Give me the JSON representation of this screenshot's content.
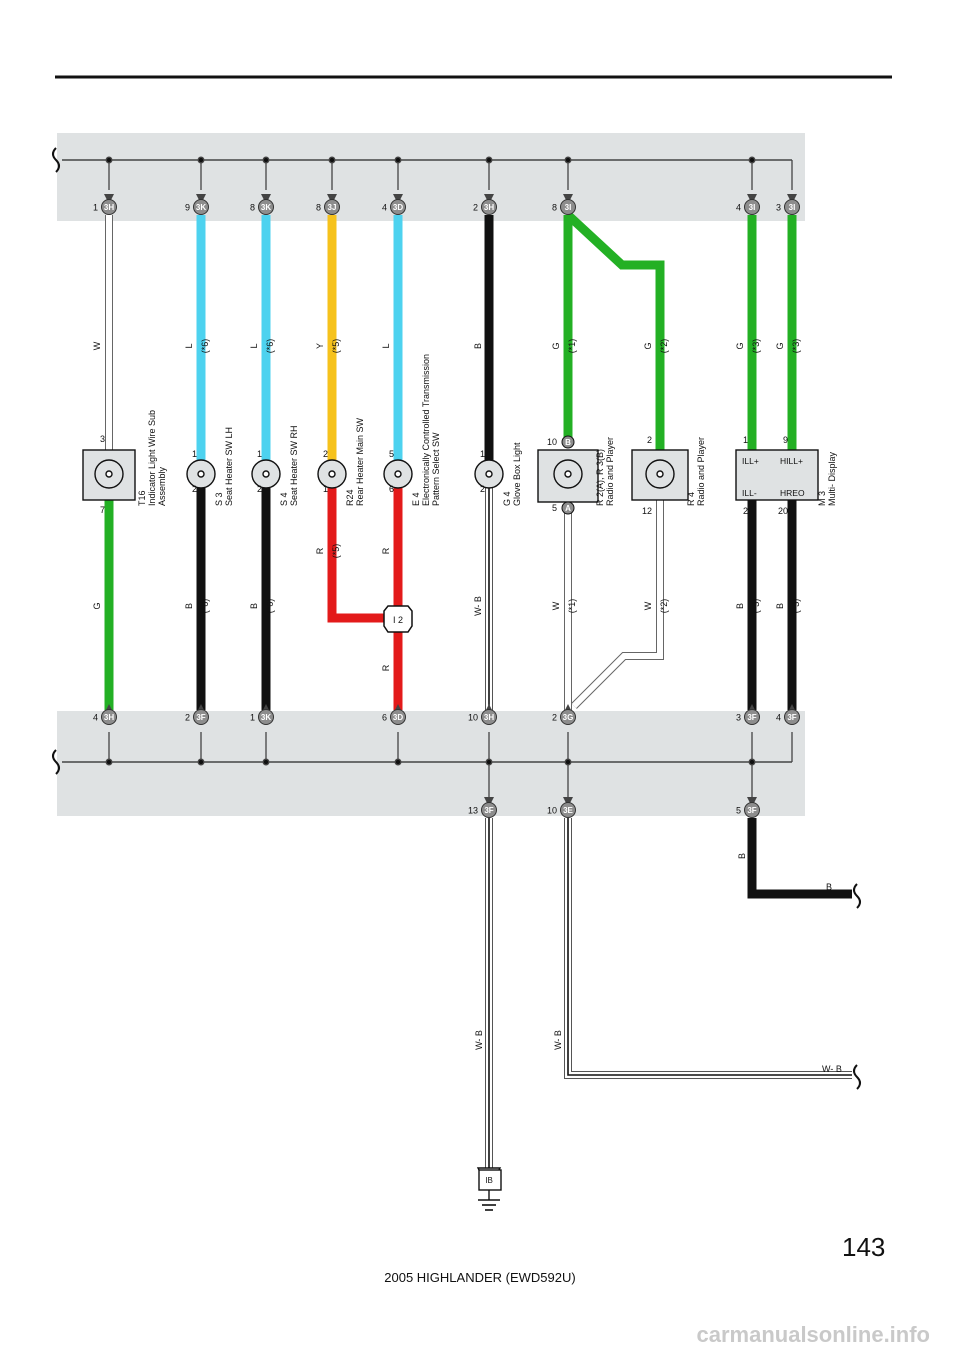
{
  "page": {
    "number": "143",
    "footer": "2005 HIGHLANDER (EWD592U)",
    "watermark": "carmanualsonline.info"
  },
  "colors": {
    "W": "#ffffff",
    "L": "#4dd2ef",
    "Y": "#f6c21c",
    "G": "#23b024",
    "B": "#111111",
    "R": "#e31a1a",
    "panel": "#dfe2e3"
  },
  "top_connectors": [
    {
      "pin": "1",
      "conn": "3H"
    },
    {
      "pin": "9",
      "conn": "3K"
    },
    {
      "pin": "8",
      "conn": "3K"
    },
    {
      "pin": "8",
      "conn": "3J"
    },
    {
      "pin": "4",
      "conn": "3D"
    },
    {
      "pin": "2",
      "conn": "3H"
    },
    {
      "pin": "8",
      "conn": "3I"
    },
    {
      "pin": "4",
      "conn": "3I"
    },
    {
      "pin": "3",
      "conn": "3I"
    }
  ],
  "bottom_connectors": [
    {
      "pin": "4",
      "conn": "3H"
    },
    {
      "pin": "2",
      "conn": "3F"
    },
    {
      "pin": "1",
      "conn": "3K"
    },
    {
      "pin": "6",
      "conn": "3D"
    },
    {
      "pin": "10",
      "conn": "3H"
    },
    {
      "pin": "2",
      "conn": "3G"
    },
    {
      "pin": "3",
      "conn": "3F"
    },
    {
      "pin": "4",
      "conn": "3F"
    }
  ],
  "out_connectors": [
    {
      "pin": "13",
      "conn": "3F"
    },
    {
      "pin": "10",
      "conn": "3E"
    },
    {
      "pin": "5",
      "conn": "3F"
    }
  ],
  "upper_wire_labels": [
    {
      "color": "W",
      "note": ""
    },
    {
      "color": "L",
      "note": "(*6)"
    },
    {
      "color": "L",
      "note": "(*6)"
    },
    {
      "color": "Y",
      "note": "(*5)"
    },
    {
      "color": "L",
      "note": ""
    },
    {
      "color": "B",
      "note": ""
    },
    {
      "color": "G",
      "note": "(*1)"
    },
    {
      "color": "G",
      "note": "(*2)"
    },
    {
      "color": "G",
      "note": "(*3)"
    },
    {
      "color": "G",
      "note": "(*3)"
    }
  ],
  "lower_wire_labels": [
    {
      "color": "G",
      "note": ""
    },
    {
      "color": "B",
      "note": "(*6)"
    },
    {
      "color": "B",
      "note": "(*6)"
    },
    {
      "color": "R",
      "note": "(*5)"
    },
    {
      "color": "R",
      "note": ""
    },
    {
      "color": "W- B",
      "note": ""
    },
    {
      "color": "W",
      "note": "(*1)"
    },
    {
      "color": "W",
      "note": "(*2)"
    },
    {
      "color": "B",
      "note": "(*3)"
    },
    {
      "color": "B",
      "note": "(*3)"
    },
    {
      "color": "R",
      "note": ""
    }
  ],
  "components": [
    {
      "id": "T16",
      "name": "Indicator Light Wire Sub Assembly",
      "name_lines": [
        "Indicator Light Wire Sub",
        "Assembly"
      ],
      "pin_top": "3",
      "pin_bottom": "7"
    },
    {
      "id": "S 3",
      "name": "Seat Heater SW LH",
      "name_lines": [
        "Seat Heater SW LH"
      ],
      "pin_top": "1",
      "pin_bottom": "2"
    },
    {
      "id": "S 4",
      "name": "Seat Heater SW RH",
      "name_lines": [
        "Seat Heater SW RH"
      ],
      "pin_top": "1",
      "pin_bottom": "2"
    },
    {
      "id": "R24",
      "name": "Rear Heater Main SW",
      "name_lines": [
        "Rear Heater Main SW"
      ],
      "pin_top": "2",
      "pin_bottom": "1"
    },
    {
      "id": "E 4",
      "name": "Electronically Controlled Transmission Pattern Select SW",
      "name_lines": [
        "Electronically Controlled Transmission",
        "Pattern Select SW"
      ],
      "pin_top": "5",
      "pin_bottom": "6"
    },
    {
      "id": "G 4",
      "name": "Glove Box Light",
      "name_lines": [
        "Glove Box Light"
      ],
      "pin_top": "1",
      "pin_bottom": "2"
    },
    {
      "id": "R 2(A), R 3(B)",
      "name": "Radio and Player",
      "name_lines": [
        "Radio and Player"
      ],
      "pin_top": "10",
      "pin_top_conn": "B",
      "pin_bottom": "5",
      "pin_bottom_conn": "A"
    },
    {
      "id": "R 4",
      "name": "Radio and Player",
      "name_lines": [
        "Radio and Player"
      ],
      "pin_top": "2",
      "pin_bottom": "12"
    },
    {
      "id": "M 3",
      "name": "Multi- Display",
      "name_lines": [
        "Multi- Display"
      ],
      "pins_top": [
        "1",
        "9"
      ],
      "pins_bottom": [
        "2",
        "20"
      ],
      "terminals": [
        "ILL+",
        "HILL+",
        "ILL-",
        "HREO"
      ]
    }
  ],
  "junction": "I 2",
  "ground": "IB",
  "right_labels": {
    "b_out": "B",
    "b_vertical": "B",
    "wb_out": "W- B",
    "wb_vert_1": "W- B",
    "wb_vert_2": "W- B"
  }
}
